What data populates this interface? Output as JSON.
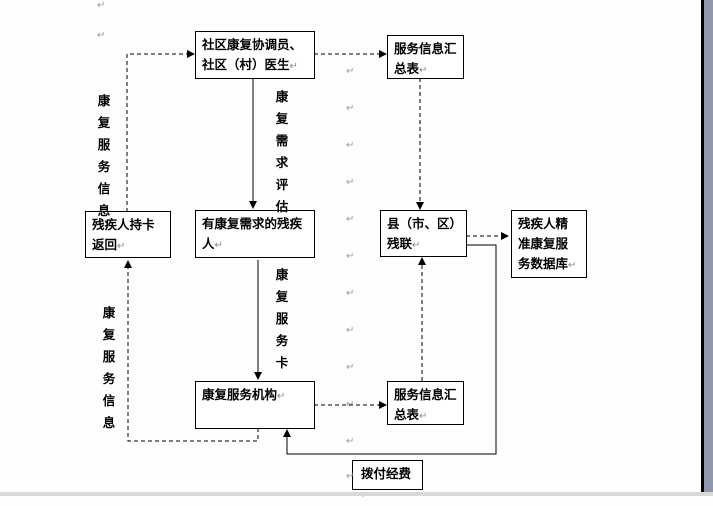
{
  "diagram": {
    "nodes": {
      "community_doctor": "社区康复协调员、社区（村）医生",
      "service_summary_top": "服务信息汇总表",
      "person_with_need": "有康复需求的残疾人",
      "county_dpf": "县（市、区）残联",
      "database": "残疾人精准康复服务数据库",
      "card_return": "残疾人持卡返回",
      "rehab_institution": "康复服务机构",
      "service_summary_bottom": "服务信息汇总表",
      "funding": "拨付经费"
    },
    "edge_labels": {
      "needs_assessment": [
        "康",
        "复",
        "需",
        "求",
        "评",
        "估"
      ],
      "service_card": [
        "康",
        "复",
        "服",
        "务",
        "卡"
      ],
      "service_info_upper": [
        "康",
        "复",
        "服",
        "务",
        "信",
        "息"
      ],
      "service_info_lower": [
        "康",
        "复",
        "服",
        "务",
        "信",
        "息"
      ]
    },
    "paragraph_mark": "↵"
  }
}
